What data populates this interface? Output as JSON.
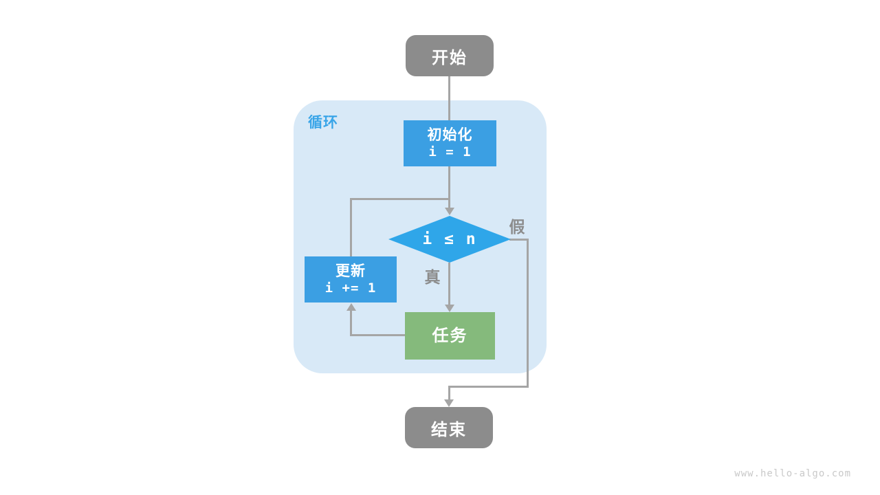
{
  "diagram": {
    "loop_label": "循环",
    "nodes": {
      "start": {
        "label": "开始"
      },
      "init": {
        "label": "初始化",
        "code": "i = 1"
      },
      "condition": {
        "code": "i ≤ n"
      },
      "update": {
        "label": "更新",
        "code": "i += 1"
      },
      "task": {
        "label": "任务"
      },
      "end": {
        "label": "结束"
      }
    },
    "edge_labels": {
      "true": "真",
      "false": "假"
    }
  },
  "colors": {
    "node_gray": "#8c8c8c",
    "box_blue": "#3b9fe3",
    "diamond_blue": "#2fa6e9",
    "task_green": "#85ba7c",
    "container_bg": "#d8e9f7",
    "label_blue": "#39a5e8",
    "line_gray": "#a5a5a5",
    "edge_label_gray": "#8c8c8c",
    "watermark_gray": "#c9c9c9"
  },
  "watermark": "www.hello-algo.com"
}
